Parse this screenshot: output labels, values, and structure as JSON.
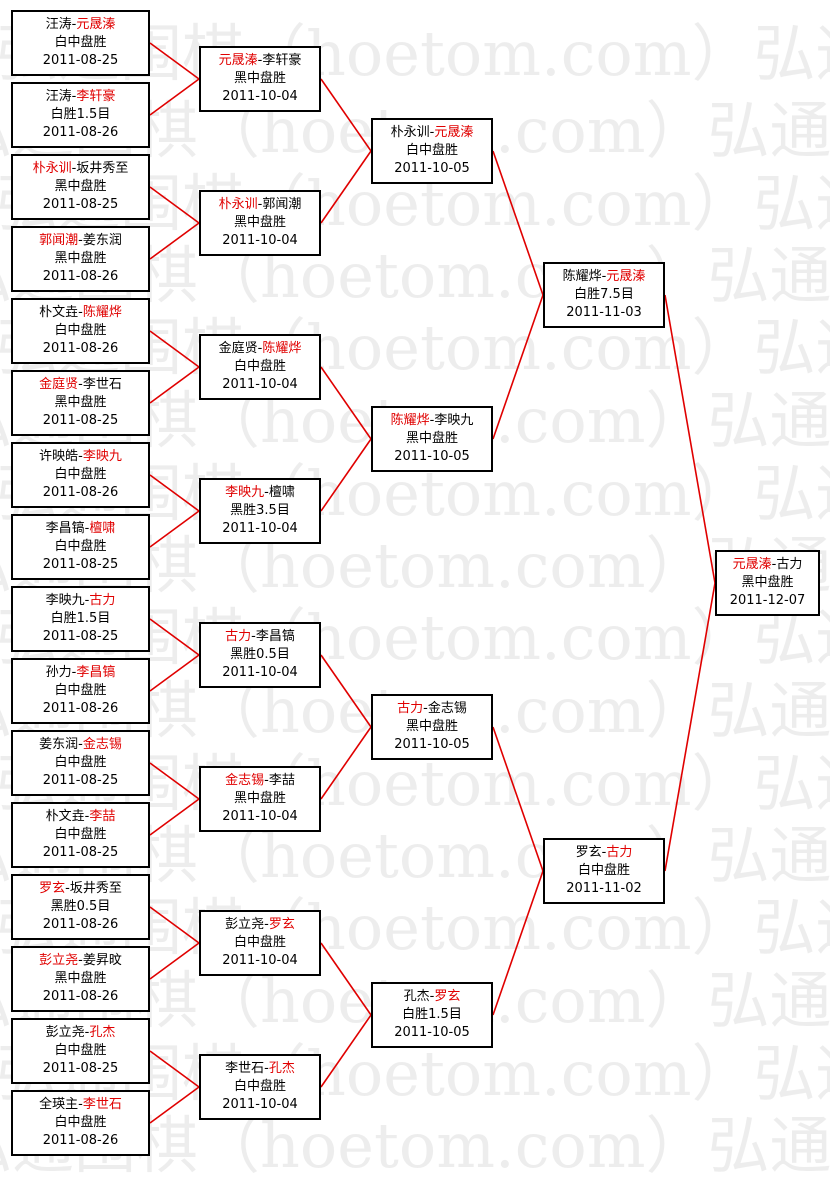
{
  "watermark": [
    "弘通围棋（hoetom.com）弘通围棋（hoetom.com）弘通围"
  ],
  "colors": {
    "winner_text": "#e00000",
    "connector": "#e00000",
    "border": "#000000"
  },
  "rounds": [
    {
      "matches": [
        {
          "p1": "汪涛",
          "p2": "元晟溱",
          "winner": 2,
          "result": "白中盘胜",
          "date": "2011-08-25"
        },
        {
          "p1": "汪涛",
          "p2": "李轩豪",
          "winner": 2,
          "result": "白胜1.5目",
          "date": "2011-08-26"
        },
        {
          "p1": "朴永训",
          "p2": "坂井秀至",
          "winner": 1,
          "result": "黑中盘胜",
          "date": "2011-08-25"
        },
        {
          "p1": "郭闻潮",
          "p2": "姜东润",
          "winner": 1,
          "result": "黑中盘胜",
          "date": "2011-08-26"
        },
        {
          "p1": "朴文垚",
          "p2": "陈耀烨",
          "winner": 2,
          "result": "白中盘胜",
          "date": "2011-08-26"
        },
        {
          "p1": "金庭贤",
          "p2": "李世石",
          "winner": 1,
          "result": "黑中盘胜",
          "date": "2011-08-25"
        },
        {
          "p1": "许映皓",
          "p2": "李映九",
          "winner": 2,
          "result": "白中盘胜",
          "date": "2011-08-26"
        },
        {
          "p1": "李昌镐",
          "p2": "檀啸",
          "winner": 2,
          "result": "白中盘胜",
          "date": "2011-08-25"
        },
        {
          "p1": "李映九",
          "p2": "古力",
          "winner": 2,
          "result": "白胜1.5目",
          "date": "2011-08-25"
        },
        {
          "p1": "孙力",
          "p2": "李昌镐",
          "winner": 2,
          "result": "白中盘胜",
          "date": "2011-08-26"
        },
        {
          "p1": "姜东润",
          "p2": "金志锡",
          "winner": 2,
          "result": "白中盘胜",
          "date": "2011-08-25"
        },
        {
          "p1": "朴文垚",
          "p2": "李喆",
          "winner": 2,
          "result": "白中盘胜",
          "date": "2011-08-25"
        },
        {
          "p1": "罗玄",
          "p2": "坂井秀至",
          "winner": 1,
          "result": "黑胜0.5目",
          "date": "2011-08-26"
        },
        {
          "p1": "彭立尧",
          "p2": "姜昇旼",
          "winner": 1,
          "result": "黑中盘胜",
          "date": "2011-08-26"
        },
        {
          "p1": "彭立尧",
          "p2": "孔杰",
          "winner": 2,
          "result": "白中盘胜",
          "date": "2011-08-25"
        },
        {
          "p1": "全瑛主",
          "p2": "李世石",
          "winner": 2,
          "result": "白中盘胜",
          "date": "2011-08-26"
        }
      ]
    },
    {
      "matches": [
        {
          "p1": "元晟溱",
          "p2": "李轩豪",
          "winner": 1,
          "result": "黑中盘胜",
          "date": "2011-10-04"
        },
        {
          "p1": "朴永训",
          "p2": "郭闻潮",
          "winner": 1,
          "result": "黑中盘胜",
          "date": "2011-10-04"
        },
        {
          "p1": "金庭贤",
          "p2": "陈耀烨",
          "winner": 2,
          "result": "白中盘胜",
          "date": "2011-10-04"
        },
        {
          "p1": "李映九",
          "p2": "檀啸",
          "winner": 1,
          "result": "黑胜3.5目",
          "date": "2011-10-04"
        },
        {
          "p1": "古力",
          "p2": "李昌镐",
          "winner": 1,
          "result": "黑胜0.5目",
          "date": "2011-10-04"
        },
        {
          "p1": "金志锡",
          "p2": "李喆",
          "winner": 1,
          "result": "黑中盘胜",
          "date": "2011-10-04"
        },
        {
          "p1": "彭立尧",
          "p2": "罗玄",
          "winner": 2,
          "result": "白中盘胜",
          "date": "2011-10-04"
        },
        {
          "p1": "李世石",
          "p2": "孔杰",
          "winner": 2,
          "result": "白中盘胜",
          "date": "2011-10-04"
        }
      ]
    },
    {
      "matches": [
        {
          "p1": "朴永训",
          "p2": "元晟溱",
          "winner": 2,
          "result": "白中盘胜",
          "date": "2011-10-05"
        },
        {
          "p1": "陈耀烨",
          "p2": "李映九",
          "winner": 1,
          "result": "黑中盘胜",
          "date": "2011-10-05"
        },
        {
          "p1": "古力",
          "p2": "金志锡",
          "winner": 1,
          "result": "黑中盘胜",
          "date": "2011-10-05"
        },
        {
          "p1": "孔杰",
          "p2": "罗玄",
          "winner": 2,
          "result": "白胜1.5目",
          "date": "2011-10-05"
        }
      ]
    },
    {
      "matches": [
        {
          "p1": "陈耀烨",
          "p2": "元晟溱",
          "winner": 2,
          "result": "白胜7.5目",
          "date": "2011-11-03"
        },
        {
          "p1": "罗玄",
          "p2": "古力",
          "winner": 2,
          "result": "白中盘胜",
          "date": "2011-11-02"
        }
      ]
    },
    {
      "matches": [
        {
          "p1": "元晟溱",
          "p2": "古力",
          "winner": 1,
          "result": "黑中盘胜",
          "date": "2011-12-07"
        }
      ]
    }
  ]
}
